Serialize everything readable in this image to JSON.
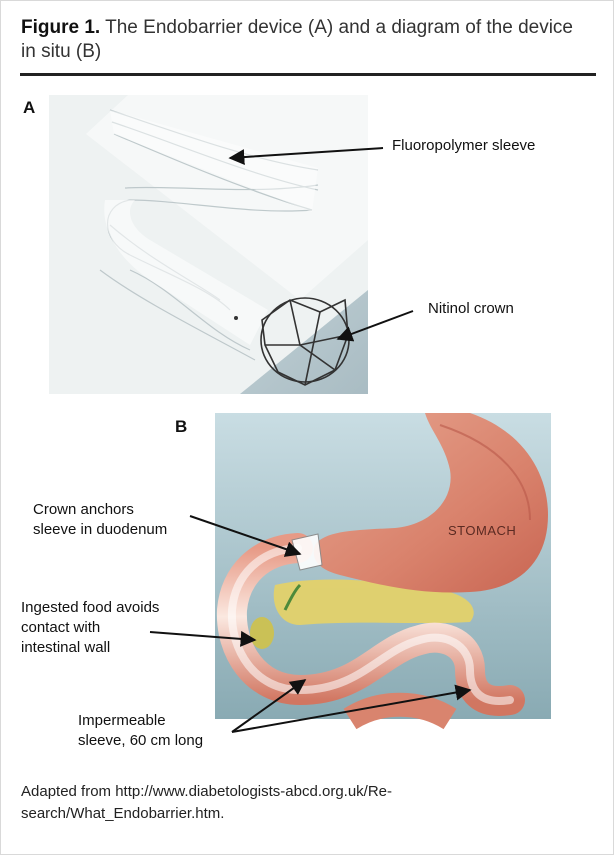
{
  "figure": {
    "label": "Figure 1.",
    "title": " The Endobarrier device (A) and a diagram of the device in situ (B)"
  },
  "panel_a": {
    "letter": "A",
    "labels": {
      "sleeve": "Fluoropolymer sleeve",
      "crown": "Nitinol crown"
    }
  },
  "panel_b": {
    "letter": "B",
    "stomach_label": "STOMACH",
    "labels": {
      "anchor_line1": "Crown anchors",
      "anchor_line2": "sleeve in duodenum",
      "food_line1": "Ingested food avoids",
      "food_line2": "contact with",
      "food_line3": "intestinal wall",
      "sleeve_line1": "Impermeable",
      "sleeve_line2": "sleeve, 60 cm long"
    }
  },
  "caption": {
    "line1": "Adapted from http://www.diabetologists-abcd.org.uk/Re-",
    "line2": "search/What_Endobarrier.htm."
  }
}
